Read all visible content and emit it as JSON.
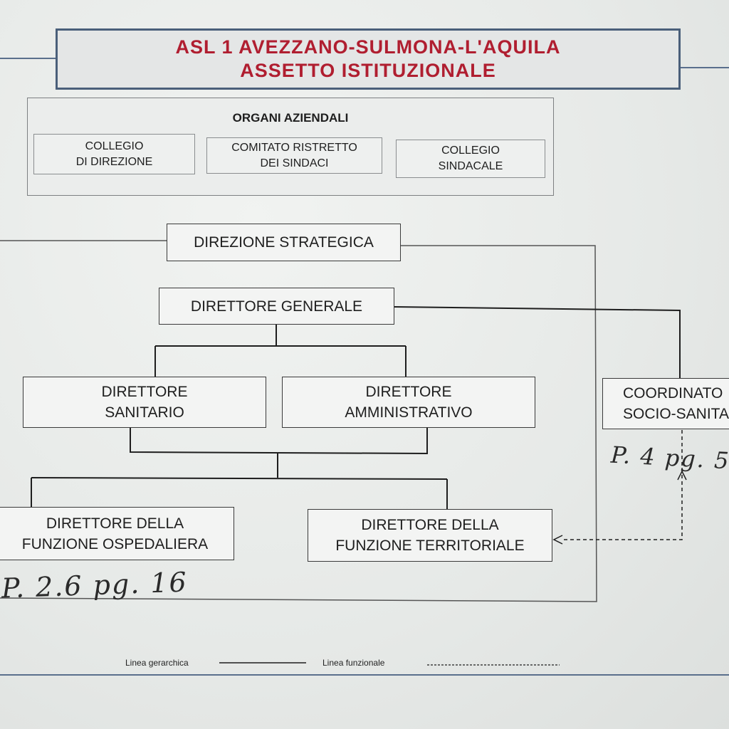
{
  "title": {
    "line1": "ASL 1 AVEZZANO-SULMONA-L'AQUILA",
    "line2": "ASSETTO ISTITUZIONALE"
  },
  "organi": {
    "heading": "ORGANI AZIENDALI",
    "items": [
      {
        "line1": "COLLEGIO",
        "line2": "DI DIREZIONE"
      },
      {
        "line1": "COMITATO RISTRETTO",
        "line2": "DEI SINDACI"
      },
      {
        "line1": "COLLEGIO",
        "line2": "SINDACALE"
      }
    ]
  },
  "nodes": {
    "direzione_strategica": "DIREZIONE STRATEGICA",
    "direttore_generale": "DIRETTORE GENERALE",
    "direttore_sanitario": {
      "line1": "DIRETTORE",
      "line2": "SANITARIO"
    },
    "direttore_amministrativo": {
      "line1": "DIRETTORE",
      "line2": "AMMINISTRATIVO"
    },
    "coordinatore": {
      "line1": "COORDINATO",
      "line2": "SOCIO-SANITA"
    },
    "funzione_ospedaliera": {
      "line1": "DIRETTORE DELLA",
      "line2": "FUNZIONE OSPEDALIERA"
    },
    "funzione_territoriale": {
      "line1": "DIRETTORE DELLA",
      "line2": "FUNZIONE TERRITORIALE"
    }
  },
  "annotations": {
    "note_right": "P. 4 pg. 5",
    "note_left": "P. 2.6 pg. 16"
  },
  "legend": {
    "gerarchica": "Linea gerarchica",
    "funzionale": "Linea funzionale"
  },
  "colors": {
    "title_text": "#b01e30",
    "title_border": "#4a5f7a",
    "line": "#1e1e1e"
  }
}
